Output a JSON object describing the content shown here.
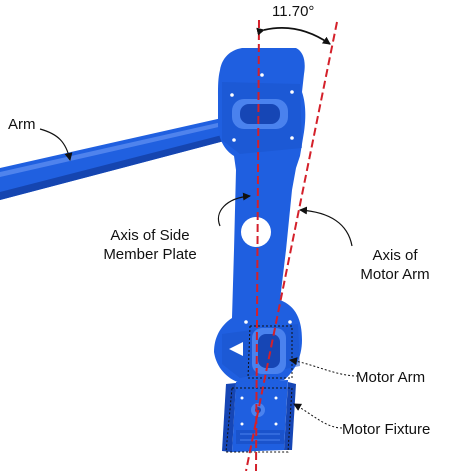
{
  "labels": {
    "angle": "11.70°",
    "arm": "Arm",
    "axis_side_line1": "Axis of Side",
    "axis_side_line2": "Member Plate",
    "axis_motor_line1": "Axis of",
    "axis_motor_line2": "Motor Arm",
    "motor_arm": "Motor Arm",
    "motor_fixture": "Motor Fixture"
  },
  "colors": {
    "part_blue": "#1f5fe0",
    "part_blue_dark": "#1646b5",
    "axis_red": "#d4202a",
    "leader_black": "#111111"
  }
}
